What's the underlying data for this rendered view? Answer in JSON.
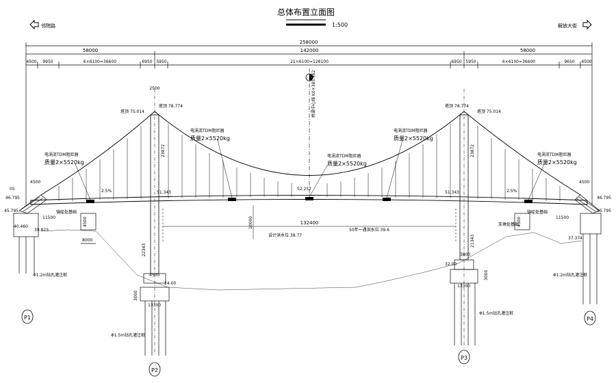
{
  "drawing": {
    "title": "总体布置立面图",
    "scale": "1:500",
    "left_direction": "邻院路",
    "right_direction": "解放大街"
  },
  "dimensions": {
    "total": "258000",
    "left_span": "58000",
    "main_span": "142000",
    "right_span": "58000",
    "seg_left_1": "4500",
    "seg_left_2": "9950",
    "seg_left_3": "6×6100=36600",
    "seg_left_4": "6950",
    "seg_left_5": "5950",
    "seg_main": "21×6100=128100",
    "seg_right_1": "6950",
    "seg_right_2": "5950",
    "seg_right_3": "6×6100=36600",
    "seg_right_4": "9650",
    "seg_right_5": "4500",
    "clear_span": "132400",
    "clearance": "10000"
  },
  "labels": {
    "damper_1_name": "电涡流TDM阻尼器",
    "damper_1_mass": "质量2×5520kg",
    "damper_2_name": "电涡流TDM阻尼器",
    "damper_2_mass": "质量2×5520kg",
    "damper_3_name": "电涡流TDM阻尼器",
    "damper_3_mass": "质量2×5520kg",
    "damper_4_name": "电涡流TDM阻尼器",
    "damper_4_mass": "质量2×5520kg",
    "damper_5_name": "电涡流TDM阻尼器",
    "damper_5_mass": "质量2×5520kg",
    "tower_left_top": "塔顶 78.774",
    "tower_left_saddle": "塔顶 75.014",
    "tower_right_top": "塔顶 78.774",
    "tower_right_saddle": "塔顶 75.014",
    "tower_height_left": "23872",
    "tower_height_right": "23872",
    "midspan_elev": "52.257",
    "deck_left_elev": "51.343",
    "deck_right_elev": "51.343",
    "slope_left": "2.5%",
    "slope_right": "2.5%",
    "centerline_note": "桥梁中心线 K0+385.462",
    "water_level": "设计洪水位 38.77",
    "normal_water": "50年一遇洪水位 39.6",
    "left_anchor_note": "锚碇处基础",
    "right_anchor_note": "锚碇处基础",
    "right_stand_note": "支墩处基础",
    "pile_left": "Φ1.2m钻孔灌注桩",
    "pile_right": "Φ1.2m钻孔灌注桩",
    "pile_p2": "Φ1.5m钻孔灌注桩",
    "pile_p3": "Φ1.5m钻孔灌注桩",
    "dim_2500": "2500",
    "dim_4500_l": "4500",
    "dim_4500_r": "4500",
    "dim_11500_l": "11500",
    "dim_11500_r": "11500",
    "dim_8000": "8000",
    "dim_4500_anchor_l": "4500",
    "dim_4500_anchor_r": "4500",
    "elev_l1": "46.795",
    "elev_l2": "45.795",
    "elev_l3": "40.460",
    "elev_l4": "39.823",
    "elev_r1": "46.795",
    "elev_r2": "45.795",
    "elev_r3": "37.374",
    "p2_col": "22343",
    "p3_col": "21343",
    "p2_foot": "24.00",
    "p3_foot": "32.00",
    "p2_cap": "3000",
    "p3_cap": "3000",
    "p2_cap_w": "13300",
    "p3_cap_w": "13300",
    "p2_shaft": "4500",
    "p3_shaft": "3800",
    "pier_p1": "P1",
    "pier_p2": "P2",
    "pier_p3": "P3",
    "pier_p4": "P4",
    "left_end": "05"
  }
}
